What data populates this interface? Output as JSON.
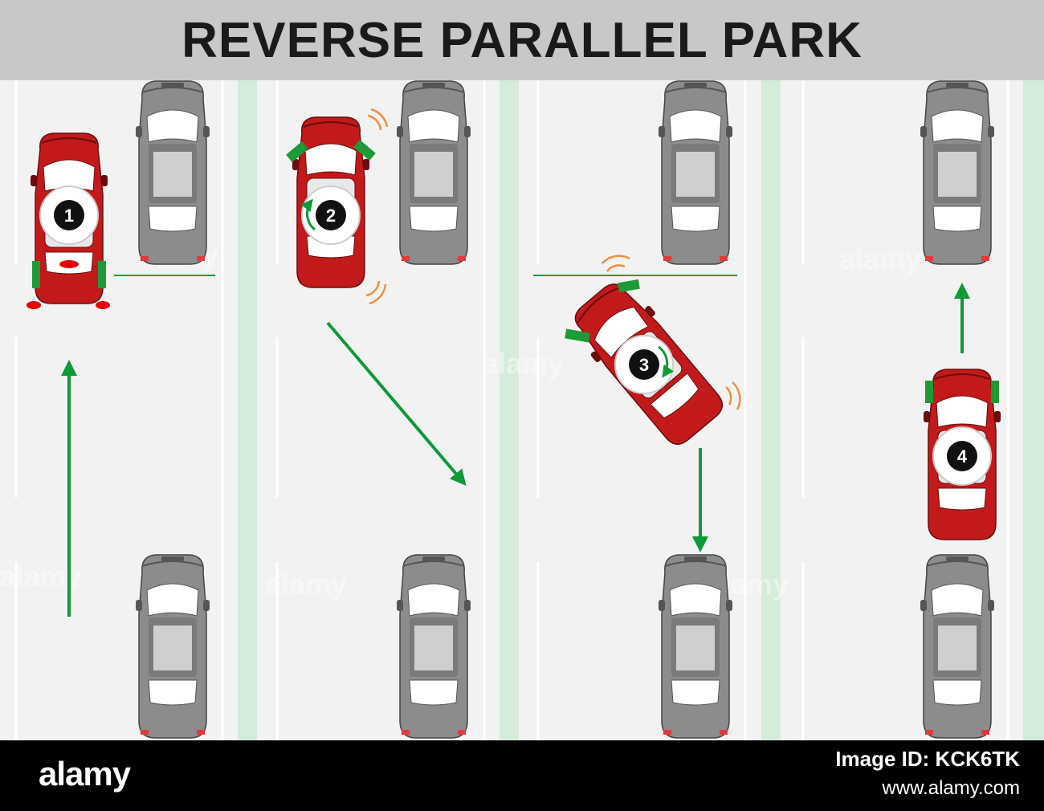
{
  "title": "REVERSE PARALLEL PARK",
  "steps": [
    {
      "number": "1"
    },
    {
      "number": "2"
    },
    {
      "number": "3"
    },
    {
      "number": "4"
    }
  ],
  "watermark": "alamy",
  "footer": {
    "brand": "alamy",
    "image_id": "Image ID: KCK6TK",
    "url": "www.alamy.com"
  },
  "colors": {
    "red_car": "#c21a1a",
    "grey_car": "#8c8c8c",
    "arrow": "#0e9a37",
    "marker": "#1d9a35",
    "lane_stripe": "#d4ecd9",
    "header": "#c8c8c8",
    "road": "#f2f2f2",
    "signal": "#f0903a"
  }
}
